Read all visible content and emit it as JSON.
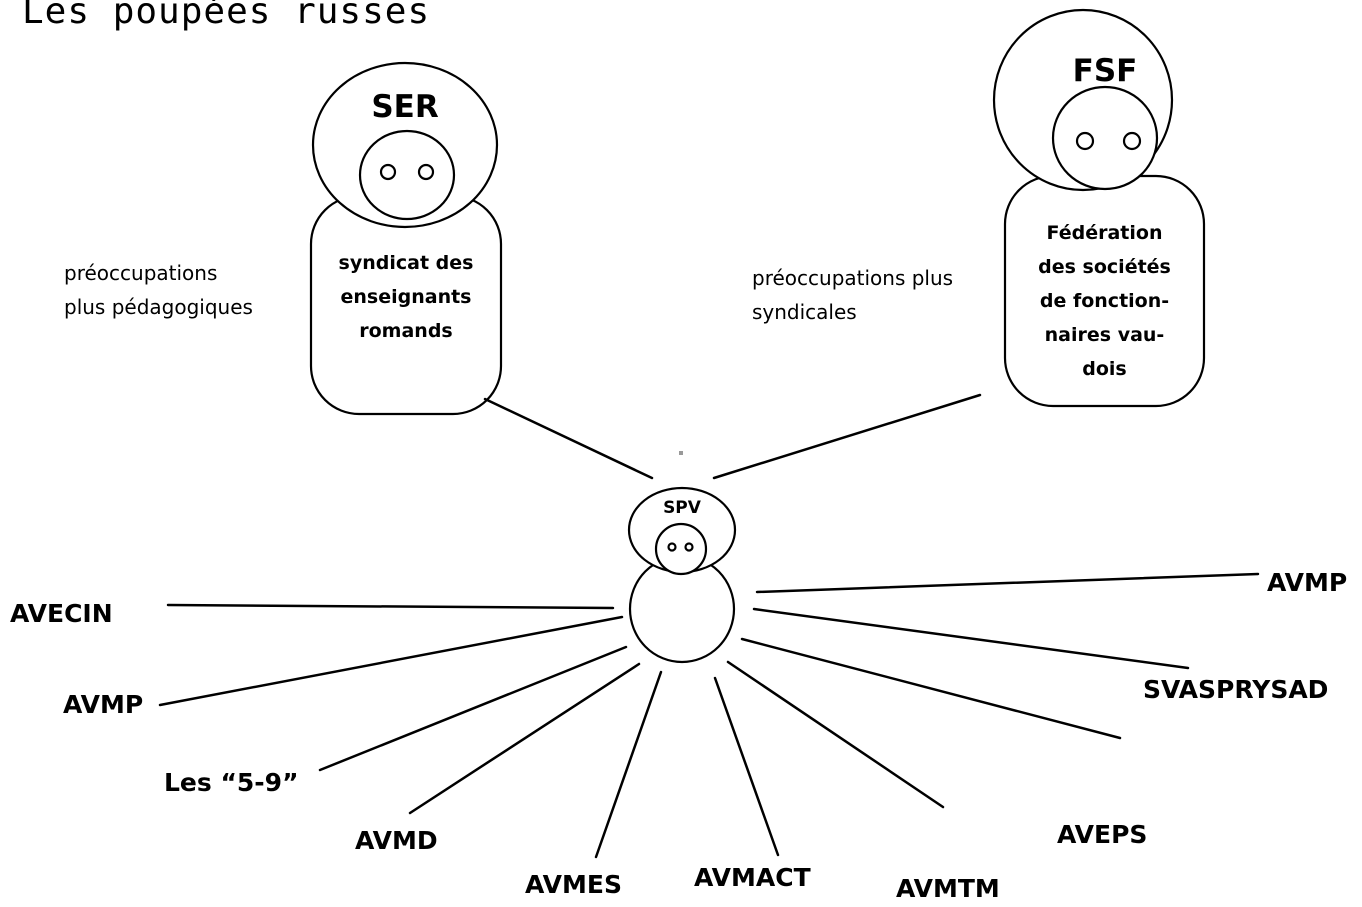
{
  "title": "Les poupées russes",
  "ser": {
    "name": "SER",
    "body_lines": [
      "syndicat des",
      "enseignants",
      "romands"
    ]
  },
  "fsf": {
    "name": "FSF",
    "body_lines": [
      "Fédération",
      "des sociétés",
      "de fonction-",
      "naires vau-",
      "dois"
    ]
  },
  "spv": {
    "name": "SPV"
  },
  "notes": {
    "left": [
      "préoccupations",
      "plus pédagogiques"
    ],
    "right": [
      "préoccupations plus",
      "syndicales"
    ]
  },
  "members": [
    "AVECIN",
    "AVMP",
    "Les “5-9”",
    "AVMD",
    "AVMES",
    "AVMACT",
    "AVMTM",
    "AVEPS",
    "SVASPRYSAD",
    "AVMP"
  ]
}
